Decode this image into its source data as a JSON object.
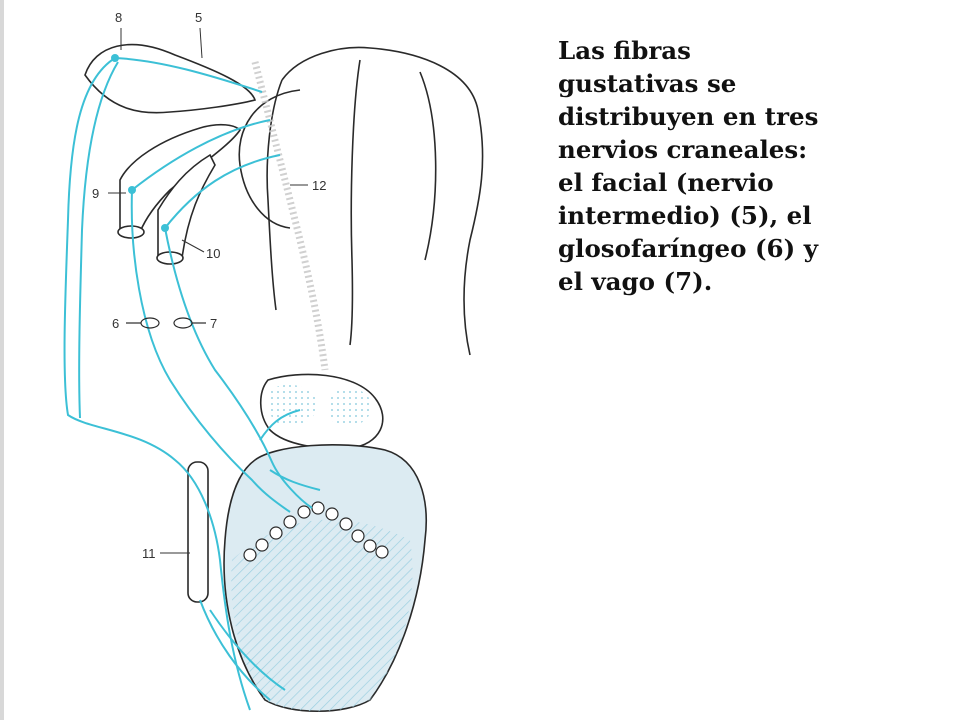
{
  "caption": {
    "lines": [
      "Las fibras",
      "gustativas se",
      "distribuyen en tres",
      "nervios craneales:",
      "el facial (nervio",
      "intermedio) (5), el",
      "glosofaríngeo (6) y",
      "el vago (7)."
    ]
  },
  "labels": {
    "l8": "8",
    "l5": "5",
    "l9": "9",
    "l12": "12",
    "l10": "10",
    "l6": "6",
    "l7": "7",
    "l11": "11"
  },
  "colors": {
    "nerve": "#3cc0d6",
    "outline": "#2a2a2a",
    "tongue_fill": "#dcebf2",
    "hatch": "#9ccfe0",
    "tract": "#c8c8c8"
  }
}
